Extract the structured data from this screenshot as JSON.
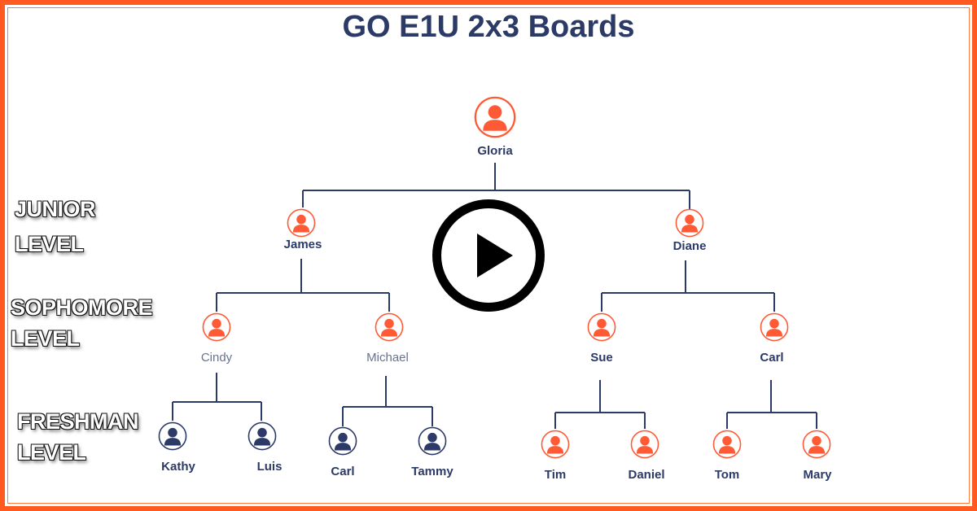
{
  "title": "GO E1U 2x3 Boards",
  "levels": {
    "junior_line1": "JUNIOR",
    "junior_line2": "LEVEL",
    "sophomore_line1": "SOPHOMORE",
    "sophomore_line2": "LEVEL",
    "freshman_line1": "FRESHMAN",
    "freshman_line2": "LEVEL"
  },
  "nodes": {
    "gloria": "Gloria",
    "james": "James",
    "diane": "Diane",
    "cindy": "Cindy",
    "michael": "Michael",
    "sue": "Sue",
    "carl_soph": "Carl",
    "kathy": "Kathy",
    "luis": "Luis",
    "carl_fresh": "Carl",
    "tammy": "Tammy",
    "tim": "Tim",
    "daniel": "Daniel",
    "tom": "Tom",
    "mary": "Mary"
  },
  "colors": {
    "frame": "#ff5a1f",
    "orange_node": "#ff5a36",
    "navy_node": "#2b3a67",
    "line": "#2b3a67"
  },
  "icons": {
    "person": "person-icon",
    "play": "play-icon"
  }
}
